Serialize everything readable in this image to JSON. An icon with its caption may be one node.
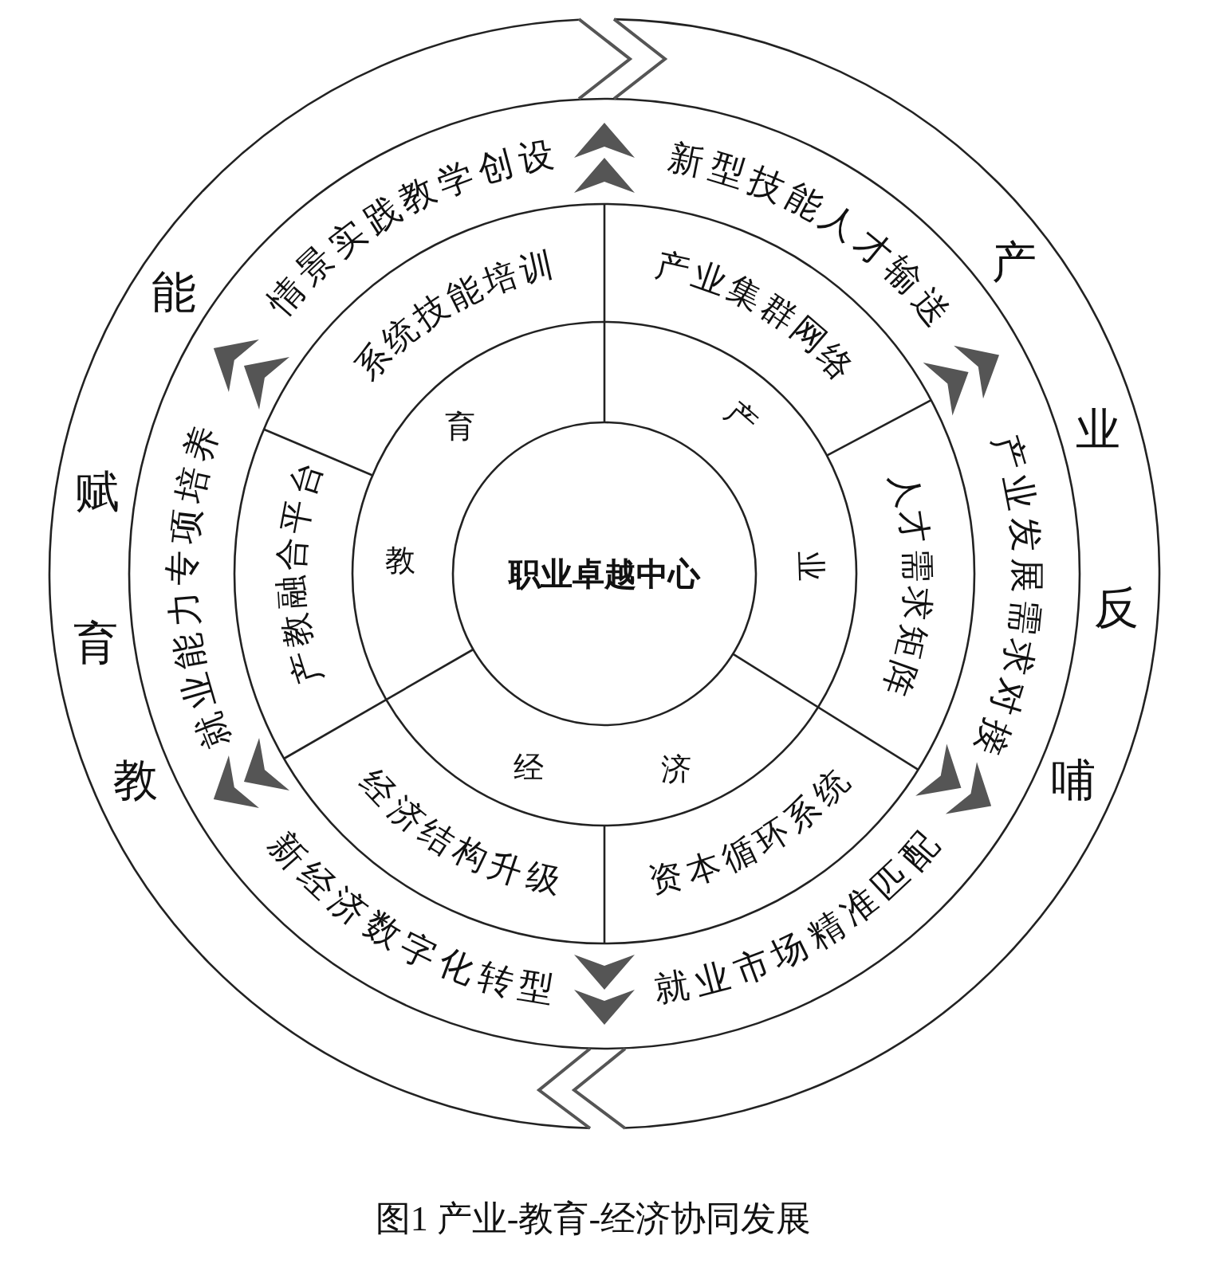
{
  "diagram": {
    "caption": "图1 产业-教育-经济协同发展",
    "nodes": [
      {
        "text": [
          "职业卓越中心"
        ]
      },
      {
        "text": [
          "教",
          "育"
        ]
      },
      {
        "text": [
          "产",
          "业"
        ]
      },
      {
        "text": [
          "经济"
        ]
      },
      {
        "text": [
          "系统技能培训"
        ]
      },
      {
        "text": [
          "产业集群网络"
        ]
      },
      {
        "text": [
          "人才需求矩阵"
        ]
      },
      {
        "text": [
          "资本循环系统"
        ]
      },
      {
        "text": [
          "经济结构升级"
        ]
      },
      {
        "text": [
          "产教融合平台"
        ]
      },
      {
        "text": [
          "情景实践教学创设"
        ]
      },
      {
        "text": [
          "新型技能人才输送"
        ]
      },
      {
        "text": [
          "产业发展需求对接"
        ]
      },
      {
        "text": [
          "就业市场精准匹配"
        ]
      },
      {
        "text": [
          "新经济数字化转型"
        ]
      },
      {
        "text": [
          "就业能力专项培养"
        ]
      },
      {
        "text": [
          "教",
          "育",
          "赋",
          "能"
        ]
      },
      {
        "text": [
          "产",
          "业",
          "反",
          "哺"
        ]
      }
    ]
  }
}
